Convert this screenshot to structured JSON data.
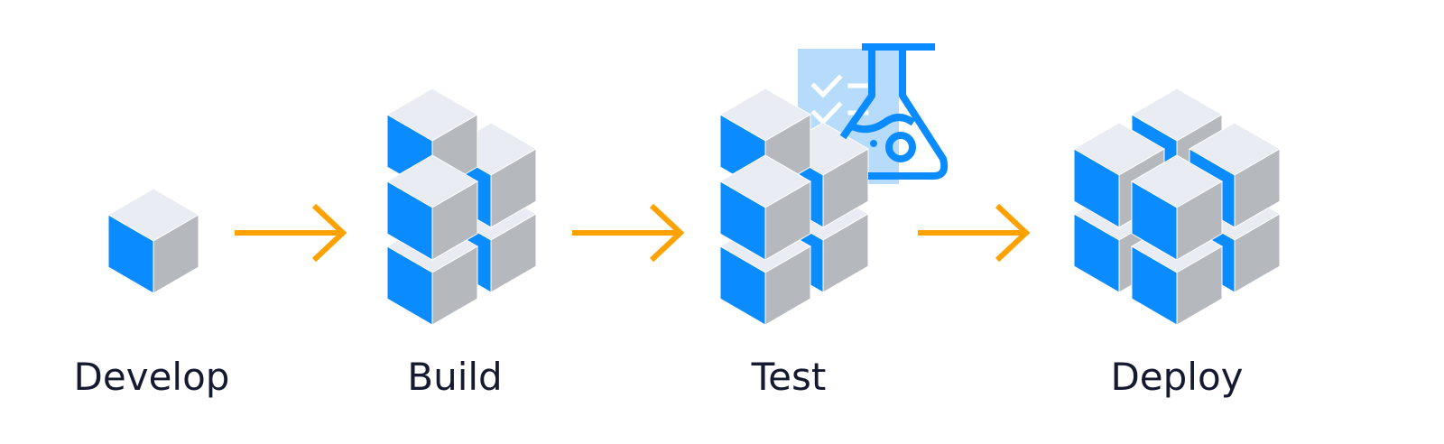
{
  "stages": [
    {
      "id": "develop",
      "label": "Develop"
    },
    {
      "id": "build",
      "label": "Build"
    },
    {
      "id": "test",
      "label": "Test"
    },
    {
      "id": "deploy",
      "label": "Deploy"
    }
  ],
  "icons": {
    "stage_icons": [
      "cube-icon",
      "cube-stack-icon",
      "cube-stack-icon",
      "cube-grid-icon"
    ],
    "arrow": "arrow-right-icon",
    "test_badge": "flask-checklist-icon"
  },
  "colors": {
    "cube_top": "#e9edf3",
    "cube_left": "#0a8bff",
    "cube_right": "#b5b9bd",
    "arrow": "#ffa200",
    "flask": "#0a8bff",
    "checklist": "#b7dcfb",
    "label": "#161a30"
  }
}
